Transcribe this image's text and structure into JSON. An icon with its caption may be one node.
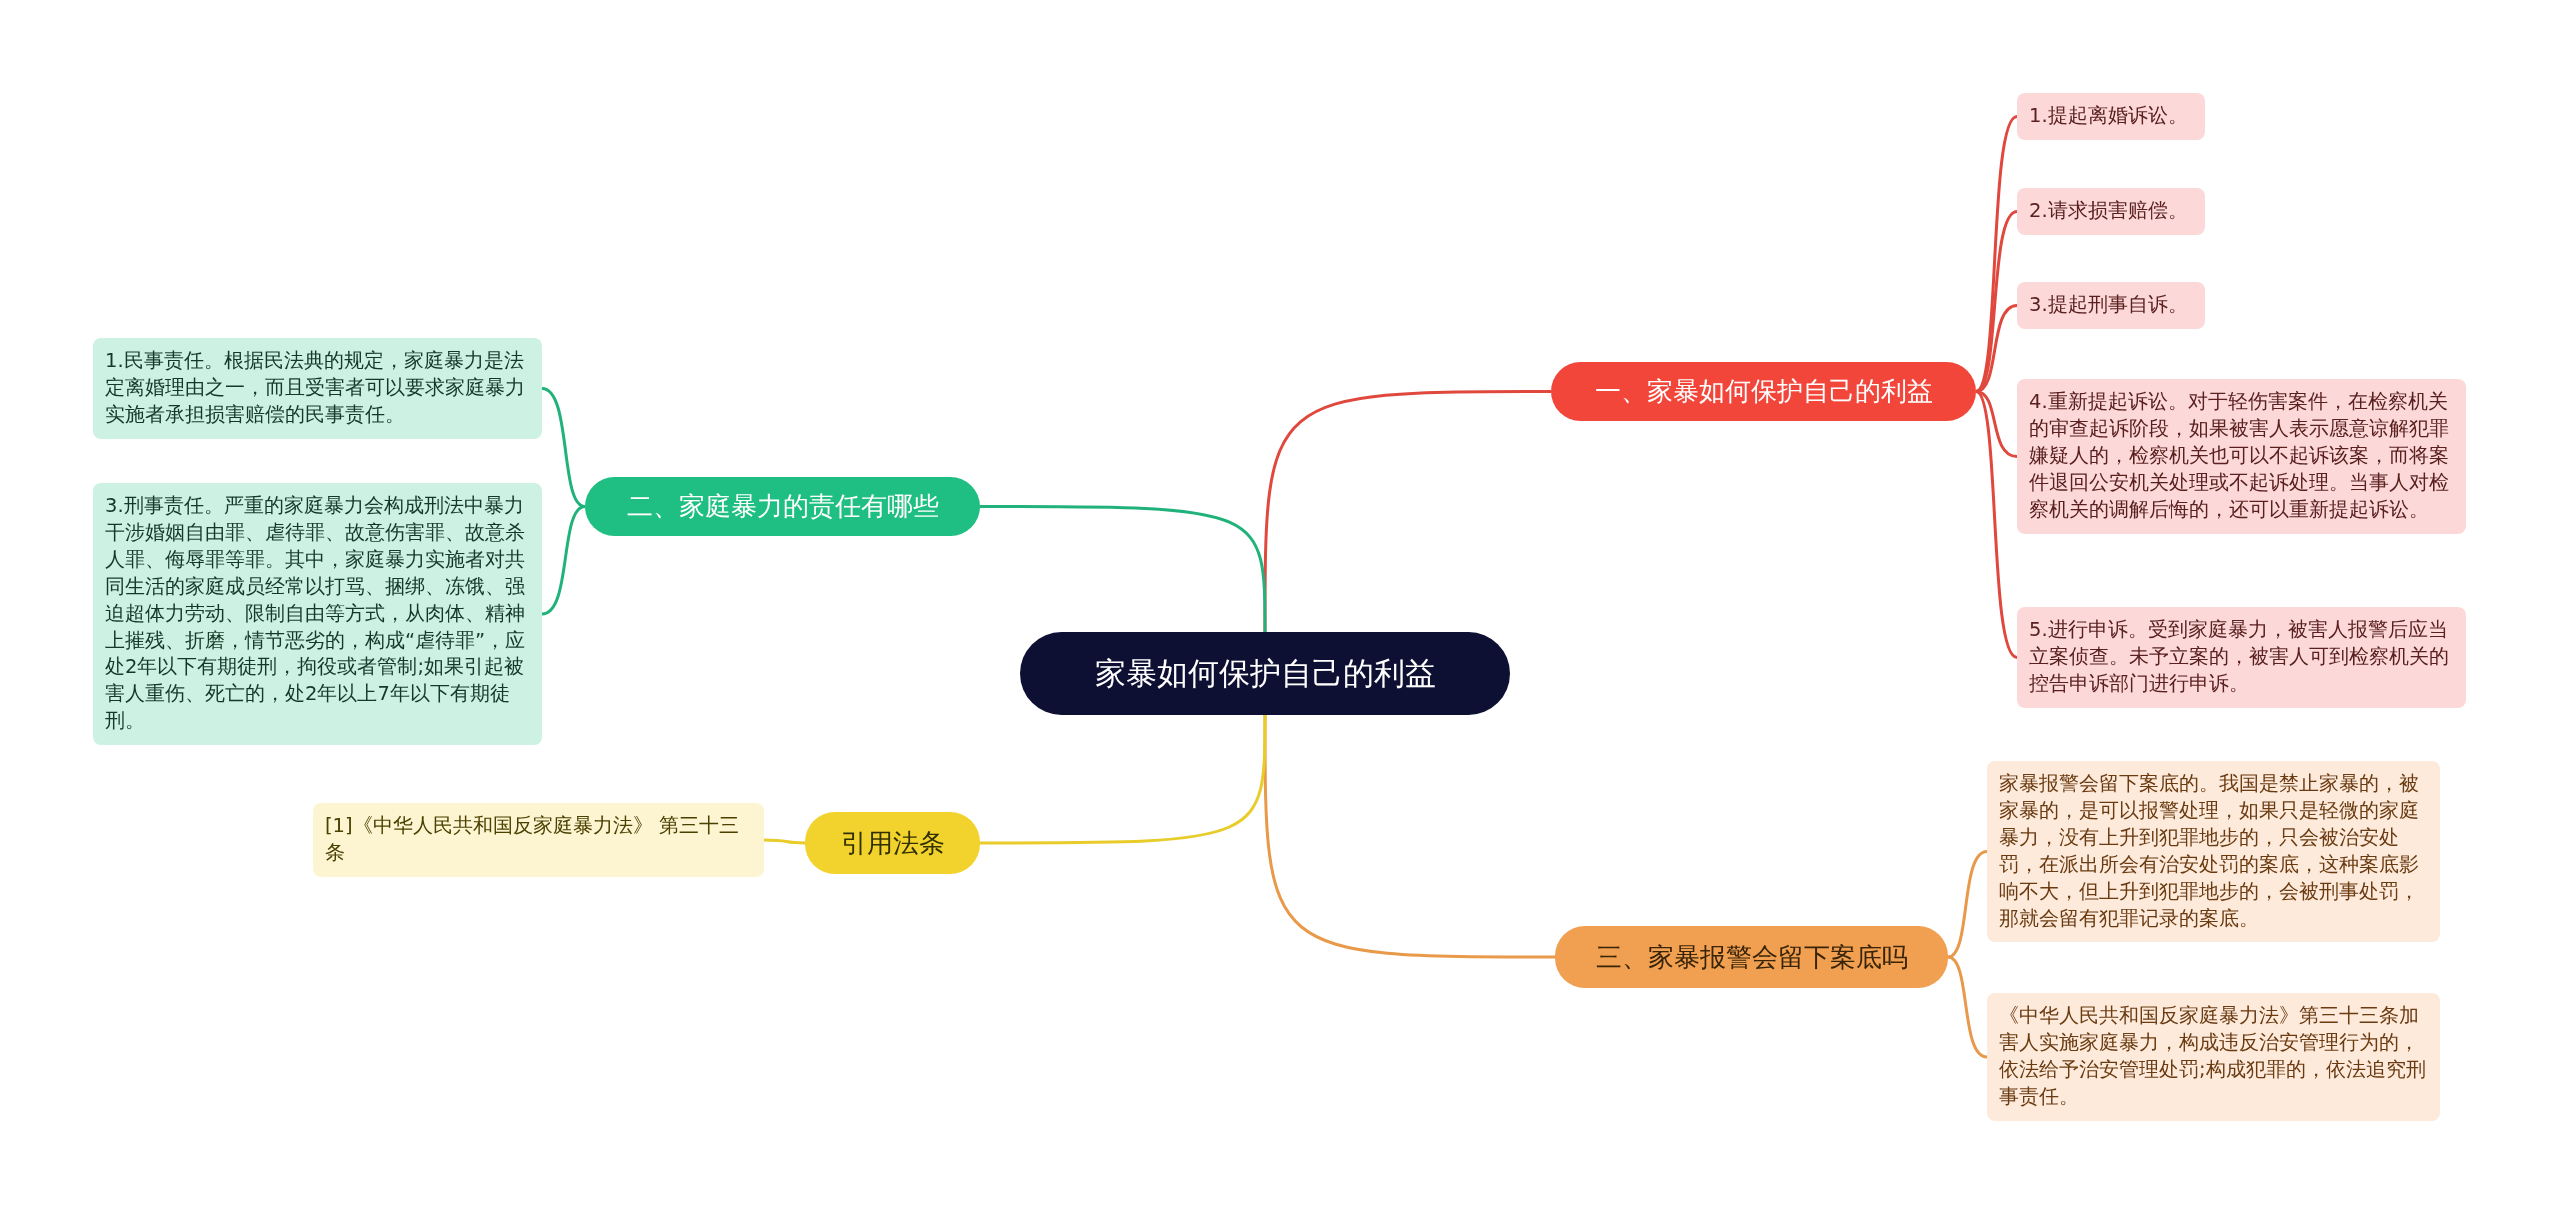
{
  "diagram": {
    "nodes": [
      {
        "text": [
          "家暴如何保护自己的利益"
        ]
      },
      {
        "text": [
          "一、家暴如何保护自己的利益"
        ]
      },
      {
        "text": [
          "1.提起离婚诉讼。"
        ]
      },
      {
        "text": [
          "2.请求损害赔偿。"
        ]
      },
      {
        "text": [
          "3.提起刑事自诉。"
        ]
      },
      {
        "text": [
          "4.重新提起诉讼。对于轻伤害案件，在检察机关的审查起诉阶段，如果被害人表示愿意谅解犯罪嫌疑人的，检察机关也可以不起诉该案，而将案件退回公安机关处理或不起诉处理。当事人对检察机关的调解后悔的，还可以重新提起诉讼。"
        ]
      },
      {
        "text": [
          "5.进行申诉。受到家庭暴力，被害人报警后应当立案侦查。未予立案的，被害人可到检察机关的控告申诉部门进行申诉。"
        ]
      },
      {
        "text": [
          "三、家暴报警会留下案底吗"
        ]
      },
      {
        "text": [
          "家暴报警会留下案底的。我国是禁止家暴的，被家暴的，是可以报警处理，如果只是轻微的家庭暴力，没有上升到犯罪地步的，只会被治安处罚，在派出所会有治安处罚的案底，这种案底影响不大，但上升到犯罪地步的，会被刑事处罚，那就会留有犯罪记录的案底。"
        ]
      },
      {
        "text": [
          "《中华人民共和国反家庭暴力法》第三十三条加害人实施家庭暴力，构成违反治安管理行为的，依法给予治安管理处罚;构成犯罪的，依法追究刑事责任。"
        ]
      },
      {
        "text": [
          "二、家庭暴力的责任有哪些"
        ]
      },
      {
        "text": [
          "1.民事责任。根据民法典的规定，家庭暴力是法定离婚理由之一，而且受害者可以要求家庭暴力实施者承担损害赔偿的民事责任。"
        ]
      },
      {
        "text": [
          "3.刑事责任。严重的家庭暴力会构成刑法中暴力干涉婚姻自由罪、虐待罪、故意伤害罪、故意杀人罪、侮辱罪等罪。其中，家庭暴力实施者对共同生活的家庭成员经常以打骂、捆绑、冻饿、强迫超体力劳动、限制自由等方式，从肉体、精神上摧残、折磨，情节恶劣的，构成“虐待罪”，应处2年以下有期徒刑，拘役或者管制;如果引起被害人重伤、死亡的，处2年以上7年以下有期徒刑。"
        ]
      },
      {
        "text": [
          "引用法条"
        ]
      },
      {
        "text": [
          "[1]《中华人民共和国反家庭暴力法》 第三十三条"
        ]
      }
    ],
    "edges": [
      {
        "from": 0,
        "to": 1,
        "arrow": "none",
        "color": "#e0483e"
      },
      {
        "from": 1,
        "to": 2,
        "arrow": "none",
        "color": "#e0483e"
      },
      {
        "from": 1,
        "to": 3,
        "arrow": "none",
        "color": "#e0483e"
      },
      {
        "from": 1,
        "to": 4,
        "arrow": "none",
        "color": "#e0483e"
      },
      {
        "from": 1,
        "to": 5,
        "arrow": "none",
        "color": "#e0483e"
      },
      {
        "from": 1,
        "to": 6,
        "arrow": "none",
        "color": "#e0483e"
      },
      {
        "from": 0,
        "to": 7,
        "arrow": "none",
        "color": "#e8994a"
      },
      {
        "from": 7,
        "to": 8,
        "arrow": "none",
        "color": "#e8994a"
      },
      {
        "from": 7,
        "to": 9,
        "arrow": "none",
        "color": "#e8994a"
      },
      {
        "from": 0,
        "to": 10,
        "arrow": "none",
        "color": "#20b27a"
      },
      {
        "from": 10,
        "to": 11,
        "arrow": "none",
        "color": "#20b27a"
      },
      {
        "from": 10,
        "to": 12,
        "arrow": "none",
        "color": "#20b27a"
      },
      {
        "from": 0,
        "to": 13,
        "arrow": "none",
        "color": "#e8cc2a"
      },
      {
        "from": 13,
        "to": 14,
        "arrow": "none",
        "color": "#e8cc2a"
      }
    ]
  }
}
